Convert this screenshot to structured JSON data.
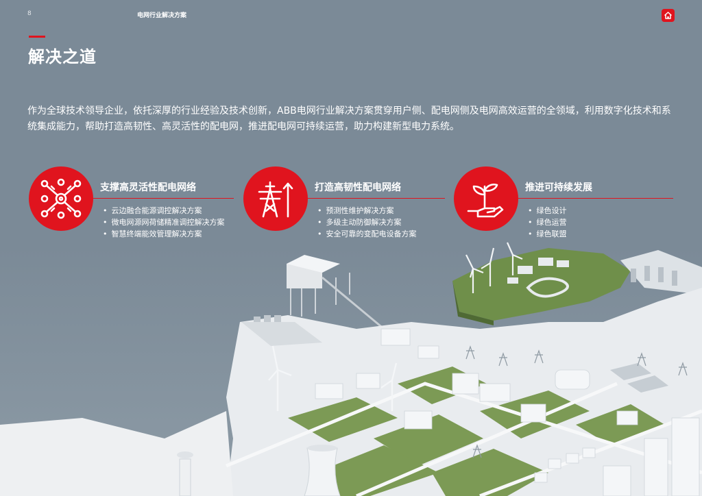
{
  "header": {
    "page_number": "8",
    "section_title": "电网行业解决方案",
    "home_icon": "home-icon"
  },
  "page": {
    "title": "解决之道",
    "intro": "作为全球技术领导企业，依托深厚的行业经验及技术创新，ABB电网行业解决方案贯穿用户侧、配电网侧及电网高效运营的全领域，利用数字化技术和系统集成能力，帮助打造高韧性、高灵活性的配电网，推进配电网可持续运营，助力构建新型电力系统。"
  },
  "pillars": [
    {
      "icon": "network-nodes-icon",
      "title": "支撑高灵活性配电网络",
      "items": [
        "云边融合能源调控解决方案",
        "微电网源网荷储精准调控解决方案",
        "智慧终端能效管理解决方案"
      ]
    },
    {
      "icon": "transmission-tower-icon",
      "title": "打造高韧性配电网络",
      "items": [
        "预测性维护解决方案",
        "多级主动防御解决方案",
        "安全可靠的变配电设备方案"
      ]
    },
    {
      "icon": "sprout-hand-icon",
      "title": "推进可持续发展",
      "items": [
        "绿色设计",
        "绿色运营",
        "绿色联盟"
      ]
    }
  ],
  "colors": {
    "accent": "#e0141e",
    "background": "#7b8a97",
    "text": "#ffffff"
  }
}
